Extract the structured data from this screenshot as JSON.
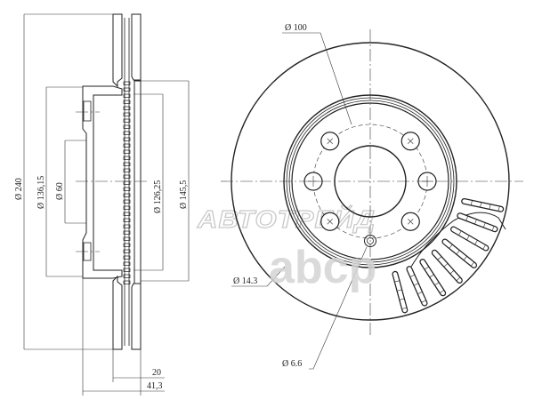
{
  "side_view": {
    "dim_outer": "Ø 240",
    "dim_hat": "Ø 136,15",
    "dim_bore": "Ø 60",
    "dim_inner": "Ø 126,25",
    "dim_friction": "Ø 145,5",
    "dim_thickness": "20",
    "dim_height": "41,3"
  },
  "front_view": {
    "dim_pcd": "Ø 100",
    "dim_bolt_hole": "Ø 14.3",
    "dim_small_hole": "Ø 6.6"
  },
  "watermarks": {
    "brand_text": "АВТОТРЕЙД",
    "logo": "abcp"
  }
}
